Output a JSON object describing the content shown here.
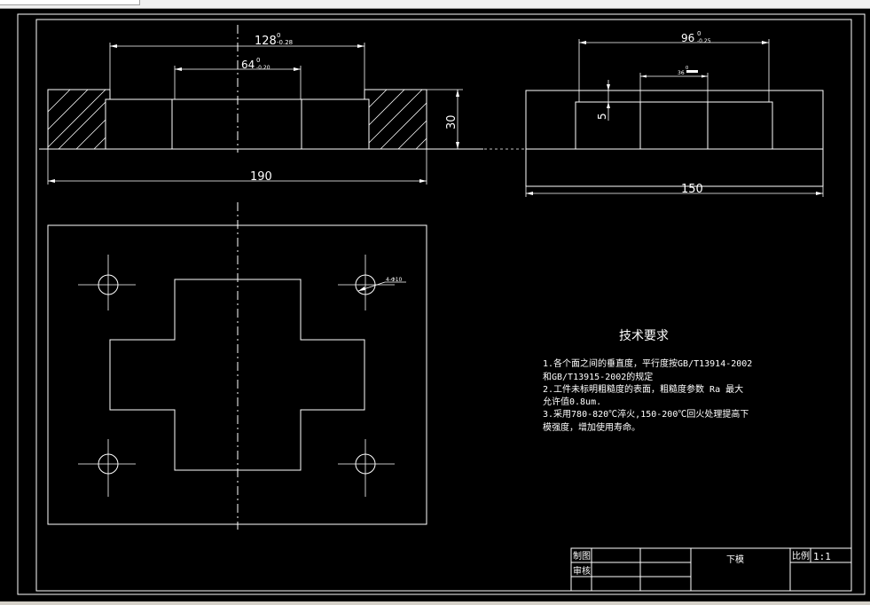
{
  "drawing": {
    "dimensions": {
      "top_left_outer": "128",
      "top_left_outer_tol_upper": "0",
      "top_left_outer_tol_lower": "-0.28",
      "top_left_inner": "64",
      "top_left_inner_tol_upper": "0",
      "top_left_inner_tol_lower": "-0.20",
      "front_height": "30",
      "front_width": "190",
      "side_outer": "96",
      "side_outer_tol_upper": "0",
      "side_outer_tol_lower": "-0.25",
      "side_inner": "36",
      "side_inner_tol_upper": "0",
      "side_depth": "5",
      "side_width": "150",
      "hole_callout": "4-Φ10"
    },
    "tech_requirements": {
      "title": "技术要求",
      "lines": [
        "1.各个面之间的垂直度，平行度按GB/T13914-2002",
        "和GB/T13915-2002的规定",
        "2.工件未标明粗糙度的表面，粗糙度参数 Ra 最大",
        "允许值0.8um.",
        "3.采用780-820℃淬火,150-200℃回火处理提高下",
        "模强度，增加使用寿命。"
      ]
    },
    "title_block": {
      "drawn_label": "制图",
      "checked_label": "审核",
      "part_name": "下模",
      "scale_label": "比例",
      "scale_value": "1:1"
    }
  }
}
